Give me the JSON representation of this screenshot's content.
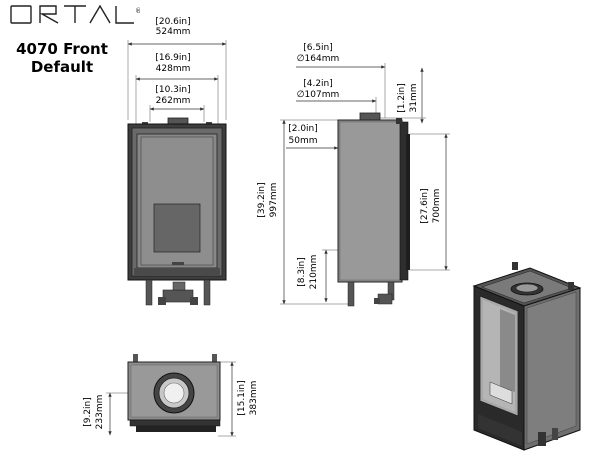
{
  "brand": {
    "logo_text": "ORTAL",
    "trademark": "®"
  },
  "heading": {
    "line1": "4070 Front",
    "line2": "Default"
  },
  "front_view": {
    "overall_width": {
      "in": "[20.6in]",
      "mm": "524mm"
    },
    "glass_width": {
      "in": "[16.9in]",
      "mm": "428mm"
    },
    "inner_width": {
      "in": "[10.3in]",
      "mm": "262mm"
    }
  },
  "side_view": {
    "flue_outer": {
      "in": "[6.5in]",
      "mm": "∅164mm"
    },
    "flue_inner": {
      "in": "[4.2in]",
      "mm": "∅107mm"
    },
    "collar_height": {
      "in": "[1.2in]",
      "mm": "31mm"
    },
    "top_offset": {
      "in": "[2.0in]",
      "mm": "50mm"
    },
    "overall_height": {
      "in": "[39.2in]",
      "mm": "997mm"
    },
    "glass_height": {
      "in": "[27.6in]",
      "mm": "700mm"
    },
    "base_height": {
      "in": "[8.3in]",
      "mm": "210mm"
    }
  },
  "top_view": {
    "flue_center_depth": {
      "in": "[9.2in]",
      "mm": "233mm"
    },
    "overall_depth": {
      "in": "[15.1in]",
      "mm": "383mm"
    }
  }
}
